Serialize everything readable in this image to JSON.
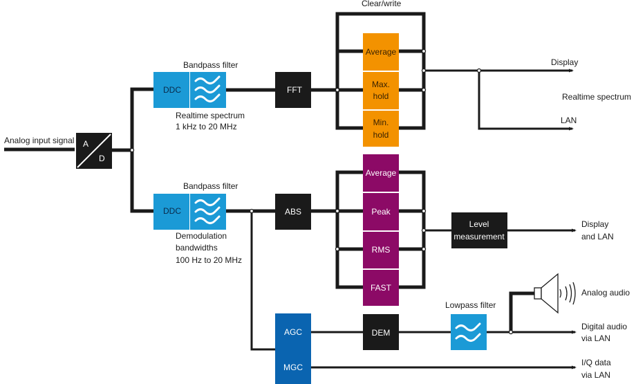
{
  "colors": {
    "black_block": "#1a1a1a",
    "ddc_blue": "#1b9ad6",
    "agc_blue": "#0a64b0",
    "orange": "#f39200",
    "purple": "#8c0a66",
    "wire": "#1a1a1a"
  },
  "input": {
    "label": "Analog input signal",
    "adc_a": "A",
    "adc_d": "D"
  },
  "top_path": {
    "filter_label": "Bandpass filter",
    "ddc_label": "DDC",
    "note_line1": "Realtime spectrum",
    "note_line2": "1 kHz to 20 MHz",
    "fft_label": "FFT",
    "group_label": "Clear/write",
    "detectors": [
      {
        "line1": "Average",
        "line2": ""
      },
      {
        "line1": "Max.",
        "line2": "hold"
      },
      {
        "line1": "Min.",
        "line2": "hold"
      }
    ],
    "out_display": "Display",
    "out_caption": "Realtime spectrum",
    "out_lan": "LAN"
  },
  "bottom_path": {
    "filter_label": "Bandpass filter",
    "ddc_label": "DDC",
    "note_line1": "Demodulation",
    "note_line2": "bandwidths",
    "note_line3": "100 Hz to 20 MHz",
    "abs_label": "ABS",
    "detectors": [
      "Average",
      "Peak",
      "RMS",
      "FAST"
    ],
    "level_line1": "Level",
    "level_line2": "measurement",
    "out_line1": "Display",
    "out_line2": "and LAN"
  },
  "audio_path": {
    "agc_label": "AGC",
    "mgc_label": "MGC",
    "dem_label": "DEM",
    "lowpass_label": "Lowpass filter",
    "analog_audio": "Analog audio",
    "digital_line1": "Digital audio",
    "digital_line2": "via LAN",
    "iq_line1": "I/Q data",
    "iq_line2": "via LAN"
  },
  "icons": {
    "bandpass": "bandpass-filter-icon",
    "lowpass": "lowpass-filter-icon",
    "speaker": "speaker-icon",
    "adc": "adc-icon"
  }
}
